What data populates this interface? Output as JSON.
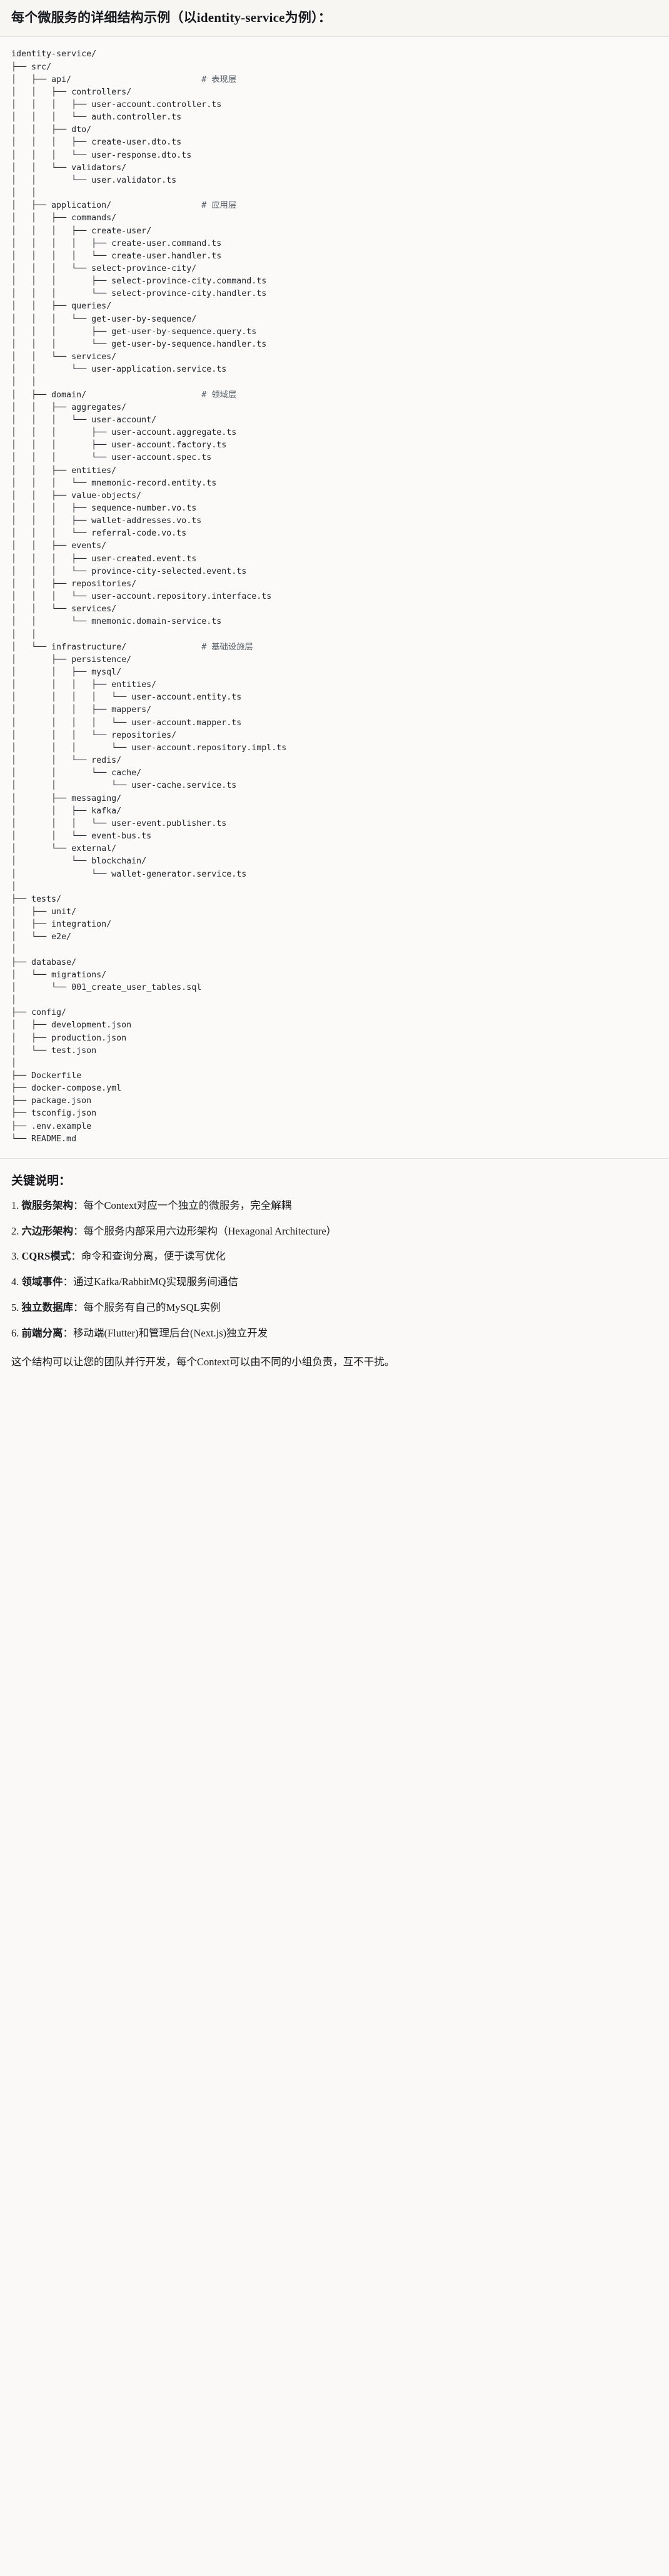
{
  "header": {
    "title": "每个微服务的详细结构示例（以identity-service为例）："
  },
  "tree": {
    "root_label": "identity-service/",
    "lines": [
      {
        "path": "identity-service/",
        "comment": ""
      },
      {
        "path": "├── src/",
        "comment": ""
      },
      {
        "path": "│   ├── api/                          ",
        "comment": "# 表现层"
      },
      {
        "path": "│   │   ├── controllers/",
        "comment": ""
      },
      {
        "path": "│   │   │   ├── user-account.controller.ts",
        "comment": ""
      },
      {
        "path": "│   │   │   └── auth.controller.ts",
        "comment": ""
      },
      {
        "path": "│   │   ├── dto/",
        "comment": ""
      },
      {
        "path": "│   │   │   ├── create-user.dto.ts",
        "comment": ""
      },
      {
        "path": "│   │   │   └── user-response.dto.ts",
        "comment": ""
      },
      {
        "path": "│   │   └── validators/",
        "comment": ""
      },
      {
        "path": "│   │       └── user.validator.ts",
        "comment": ""
      },
      {
        "path": "│   │",
        "comment": ""
      },
      {
        "path": "│   ├── application/                  ",
        "comment": "# 应用层"
      },
      {
        "path": "│   │   ├── commands/",
        "comment": ""
      },
      {
        "path": "│   │   │   ├── create-user/",
        "comment": ""
      },
      {
        "path": "│   │   │   │   ├── create-user.command.ts",
        "comment": ""
      },
      {
        "path": "│   │   │   │   └── create-user.handler.ts",
        "comment": ""
      },
      {
        "path": "│   │   │   └── select-province-city/",
        "comment": ""
      },
      {
        "path": "│   │   │       ├── select-province-city.command.ts",
        "comment": ""
      },
      {
        "path": "│   │   │       └── select-province-city.handler.ts",
        "comment": ""
      },
      {
        "path": "│   │   ├── queries/",
        "comment": ""
      },
      {
        "path": "│   │   │   └── get-user-by-sequence/",
        "comment": ""
      },
      {
        "path": "│   │   │       ├── get-user-by-sequence.query.ts",
        "comment": ""
      },
      {
        "path": "│   │   │       └── get-user-by-sequence.handler.ts",
        "comment": ""
      },
      {
        "path": "│   │   └── services/",
        "comment": ""
      },
      {
        "path": "│   │       └── user-application.service.ts",
        "comment": ""
      },
      {
        "path": "│   │",
        "comment": ""
      },
      {
        "path": "│   ├── domain/                       ",
        "comment": "# 领域层"
      },
      {
        "path": "│   │   ├── aggregates/",
        "comment": ""
      },
      {
        "path": "│   │   │   └── user-account/",
        "comment": ""
      },
      {
        "path": "│   │   │       ├── user-account.aggregate.ts",
        "comment": ""
      },
      {
        "path": "│   │   │       ├── user-account.factory.ts",
        "comment": ""
      },
      {
        "path": "│   │   │       └── user-account.spec.ts",
        "comment": ""
      },
      {
        "path": "│   │   ├── entities/",
        "comment": ""
      },
      {
        "path": "│   │   │   └── mnemonic-record.entity.ts",
        "comment": ""
      },
      {
        "path": "│   │   ├── value-objects/",
        "comment": ""
      },
      {
        "path": "│   │   │   ├── sequence-number.vo.ts",
        "comment": ""
      },
      {
        "path": "│   │   │   ├── wallet-addresses.vo.ts",
        "comment": ""
      },
      {
        "path": "│   │   │   └── referral-code.vo.ts",
        "comment": ""
      },
      {
        "path": "│   │   ├── events/",
        "comment": ""
      },
      {
        "path": "│   │   │   ├── user-created.event.ts",
        "comment": ""
      },
      {
        "path": "│   │   │   └── province-city-selected.event.ts",
        "comment": ""
      },
      {
        "path": "│   │   ├── repositories/",
        "comment": ""
      },
      {
        "path": "│   │   │   └── user-account.repository.interface.ts",
        "comment": ""
      },
      {
        "path": "│   │   └── services/",
        "comment": ""
      },
      {
        "path": "│   │       └── mnemonic.domain-service.ts",
        "comment": ""
      },
      {
        "path": "│   │",
        "comment": ""
      },
      {
        "path": "│   └── infrastructure/               ",
        "comment": "# 基础设施层"
      },
      {
        "path": "│       ├── persistence/",
        "comment": ""
      },
      {
        "path": "│       │   ├── mysql/",
        "comment": ""
      },
      {
        "path": "│       │   │   ├── entities/",
        "comment": ""
      },
      {
        "path": "│       │   │   │   └── user-account.entity.ts",
        "comment": ""
      },
      {
        "path": "│       │   │   ├── mappers/",
        "comment": ""
      },
      {
        "path": "│       │   │   │   └── user-account.mapper.ts",
        "comment": ""
      },
      {
        "path": "│       │   │   └── repositories/",
        "comment": ""
      },
      {
        "path": "│       │   │       └── user-account.repository.impl.ts",
        "comment": ""
      },
      {
        "path": "│       │   └── redis/",
        "comment": ""
      },
      {
        "path": "│       │       └── cache/",
        "comment": ""
      },
      {
        "path": "│       │           └── user-cache.service.ts",
        "comment": ""
      },
      {
        "path": "│       ├── messaging/",
        "comment": ""
      },
      {
        "path": "│       │   ├── kafka/",
        "comment": ""
      },
      {
        "path": "│       │   │   └── user-event.publisher.ts",
        "comment": ""
      },
      {
        "path": "│       │   └── event-bus.ts",
        "comment": ""
      },
      {
        "path": "│       └── external/",
        "comment": ""
      },
      {
        "path": "│           └── blockchain/",
        "comment": ""
      },
      {
        "path": "│               └── wallet-generator.service.ts",
        "comment": ""
      },
      {
        "path": "│",
        "comment": ""
      },
      {
        "path": "├── tests/",
        "comment": ""
      },
      {
        "path": "│   ├── unit/",
        "comment": ""
      },
      {
        "path": "│   ├── integration/",
        "comment": ""
      },
      {
        "path": "│   └── e2e/",
        "comment": ""
      },
      {
        "path": "│",
        "comment": ""
      },
      {
        "path": "├── database/",
        "comment": ""
      },
      {
        "path": "│   └── migrations/",
        "comment": ""
      },
      {
        "path": "│       └── 001_create_user_tables.sql",
        "comment": ""
      },
      {
        "path": "│",
        "comment": ""
      },
      {
        "path": "├── config/",
        "comment": ""
      },
      {
        "path": "│   ├── development.json",
        "comment": ""
      },
      {
        "path": "│   ├── production.json",
        "comment": ""
      },
      {
        "path": "│   └── test.json",
        "comment": ""
      },
      {
        "path": "│",
        "comment": ""
      },
      {
        "path": "├── Dockerfile",
        "comment": ""
      },
      {
        "path": "├── docker-compose.yml",
        "comment": ""
      },
      {
        "path": "├── package.json",
        "comment": ""
      },
      {
        "path": "├── tsconfig.json",
        "comment": ""
      },
      {
        "path": "├── .env.example",
        "comment": ""
      },
      {
        "path": "└── README.md",
        "comment": ""
      }
    ]
  },
  "notes": {
    "title": "关键说明：",
    "items": [
      {
        "index": "1.",
        "term": "微服务架构",
        "sep": "：",
        "desc": "每个Context对应一个独立的微服务，完全解耦"
      },
      {
        "index": "2.",
        "term": "六边形架构",
        "sep": "：",
        "desc": "每个服务内部采用六边形架构（Hexagonal Architecture）"
      },
      {
        "index": "3.",
        "term": "CQRS模式",
        "sep": "：",
        "desc": "命令和查询分离，便于读写优化"
      },
      {
        "index": "4.",
        "term": "领域事件",
        "sep": "：",
        "desc": "通过Kafka/RabbitMQ实现服务间通信"
      },
      {
        "index": "5.",
        "term": "独立数据库",
        "sep": "：",
        "desc": "每个服务有自己的MySQL实例"
      },
      {
        "index": "6.",
        "term": "前端分离",
        "sep": "：",
        "desc": "移动端(Flutter)和管理后台(Next.js)独立开发"
      }
    ],
    "footer": "这个结构可以让您的团队并行开发，每个Context可以由不同的小组负责，互不干扰。"
  },
  "colors": {
    "page_bg": "#faf9f7",
    "header_bg": "#f7f6f3",
    "code_bg": "#fbfaf8",
    "text": "#24292f",
    "comment": "#57606a",
    "border": "#e3e1dc"
  }
}
